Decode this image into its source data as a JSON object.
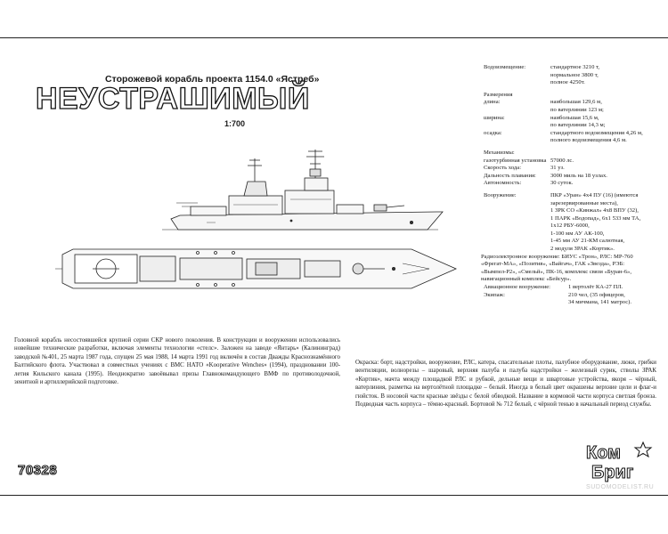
{
  "header": {
    "subtitle": "Сторожевой корабль проекта 1154.0 «Ястреб»",
    "ship_name": "НЕУСТРАШИМЫЙ",
    "scale": "1:700"
  },
  "specs": {
    "displacement": {
      "label": "Водоизмещение:",
      "lines": [
        "стандартное 3210 т,",
        "нормальное 3800 т,",
        "полное 4250т."
      ]
    },
    "dimensions_label": "Размерения",
    "length": {
      "label": "длина:",
      "lines": [
        "наибольшая 129,6 м,",
        "по ватерлинии 123 м;"
      ]
    },
    "width": {
      "label": "ширина:",
      "lines": [
        "наибольшая 15,6 м,",
        "по ватерлинии 14,3 м;"
      ]
    },
    "draft": {
      "label": "осадка:",
      "lines": [
        "стандартного водоизмещения 4,26 м,",
        "полного водоизмещения 4,6 м."
      ]
    },
    "machinery_label": "Механизмы:",
    "machinery": {
      "label": "газотурбинная установка",
      "value": "57000 лс."
    },
    "speed": {
      "label": "Скорость хода:",
      "value": "31 уз."
    },
    "range": {
      "label": "Дальность плавания:",
      "value": "3000 миль на 18 узлах."
    },
    "autonomy": {
      "label": "Автономность:",
      "value": "30 суток."
    },
    "armament": {
      "label": "Вооружение:",
      "lines": [
        "ПКР «Уран» 4х4 ПУ (16) (имеются",
        "зарезервированные места),",
        "1 ЗРК СО «Кинжал» 4х8 ВПУ (32),",
        "1 ПАРК «Водопад», 6х1 533 мм ТА,",
        "1х12 РБУ-6000,",
        "1-100 мм АУ АК-100,",
        "1-45 мм АУ 21-КМ салютная,",
        "2 модуля ЗРАК «Кортик»."
      ]
    },
    "electronics": {
      "label": "Радиоэлектронное вооружение:",
      "lines": [
        "БИУС «Трон», РЛС: МР-760",
        "«Фрегат-МА», «Позитив», «Вайгач», ГАК «Звезда», РЭБ:",
        "«Вымпел-Р2», «Смельй», ПК-16, комплекс связи «Буран-6»,",
        "навигационный комплекс «Бейсур»."
      ]
    },
    "aviation": {
      "label": "Авиационное вооружение:",
      "value": "1 вертолёт КА-27 ПЛ."
    },
    "crew": {
      "label": "Экипаж:",
      "lines": [
        "210 чел, (35 офицеров,",
        "34 мичмана, 141 матрос)."
      ]
    }
  },
  "description": {
    "left": "Головной корабль несостоявшейся крупной серии СКР нового поколения. В конструкции и вооружении использовались новейшие технические разработки, включая элементы технологии «стелс». Заложен на заводе «Янтарь» (Калининград) заводской №401, 25 марта 1987 года, спущен 25 мая 1988, 14 марта 1991 год включён в состав Дважды Краснознамённого Балтийского флота. Участвовал в совместных учениях с ВМС НАТО «Kooperative Wenches» (1994), праздновании 100-летия Кильского канала (1995). Неоднократно завоёвывал призы Главнокомандующего ВМФ по противолодочной, зенитной и артиллерийской подготовке.",
    "right": "Окраска: борт, надстройки, вооружение, РЛС, катера, спасательные плоты, палубное оборудование, люки, грибки вентиляции, волнорезы – шаровый, верхняя палуба и палуба надстройки – железный сурик, стволы ЗРАК «Кортик», мачта между площадкой РЛС и рубкой, дельные вещи и швартовые устройства, якоря – чёрный, ватерлиния, разметка на вертолётной площадке – белый. Иногда в белый цвет окрашены верхние цели и флаг-и гюйсток. В носовой части красные звёзды с белой обводкой. Название в кормовой части корпуса светлая бронза. Подводная часть корпуса – тёмно-красный. Бортовой № 712 белый, с чёрной тенью в начальный период службы."
  },
  "footer": {
    "catalog_number": "70328",
    "logo_top": "Ком",
    "logo_bottom": "Бриг",
    "watermark": "SUDOMODELIST.RU"
  }
}
